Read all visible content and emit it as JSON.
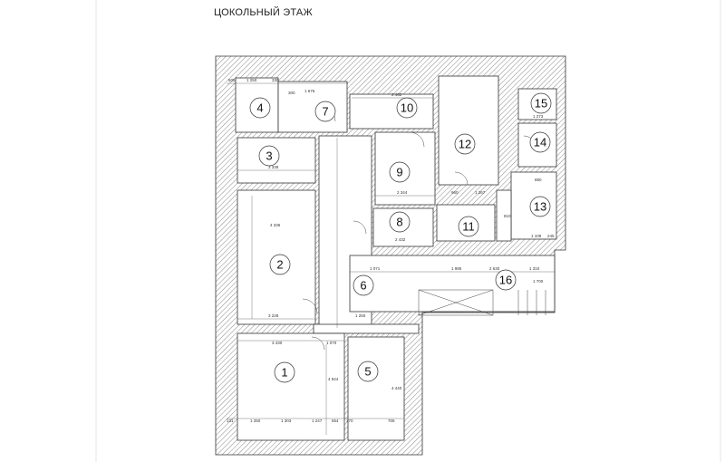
{
  "title": "ЦОКОЛЬНЫЙ ЭТАЖ",
  "rooms": [
    {
      "id": "4",
      "label": "4"
    },
    {
      "id": "7",
      "label": "7"
    },
    {
      "id": "10",
      "label": "10"
    },
    {
      "id": "12",
      "label": "12"
    },
    {
      "id": "15",
      "label": "15"
    },
    {
      "id": "14",
      "label": "14"
    },
    {
      "id": "3",
      "label": "3"
    },
    {
      "id": "9",
      "label": "9"
    },
    {
      "id": "13",
      "label": "13"
    },
    {
      "id": "8",
      "label": "8"
    },
    {
      "id": "11",
      "label": "11"
    },
    {
      "id": "2",
      "label": "2"
    },
    {
      "id": "6",
      "label": "6"
    },
    {
      "id": "16",
      "label": "16"
    },
    {
      "id": "1",
      "label": "1"
    },
    {
      "id": "5",
      "label": "5"
    }
  ],
  "dimensions": [
    "505",
    "1 250",
    "330",
    "300",
    "1 676",
    "2 462",
    "1 273",
    "3 338",
    "2 344",
    "960",
    "1 267",
    "880",
    "810",
    "4 336",
    "2 432",
    "1 109",
    "245",
    "1 071",
    "1 985",
    "2 630",
    "1 310",
    "3 228",
    "1 250",
    "1 700",
    "3 430",
    "1 070",
    "4 944",
    "1 250",
    "1 303",
    "1 247",
    "554",
    "370",
    "705",
    "4 440",
    "131"
  ],
  "colors": {
    "wall_hatch": "#888888",
    "line": "#333333",
    "background": "#ffffff"
  }
}
